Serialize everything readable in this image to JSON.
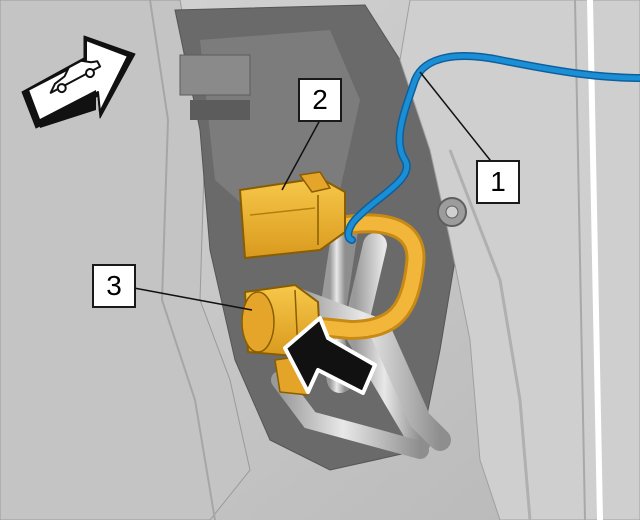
{
  "callouts": [
    {
      "label": "1"
    },
    {
      "label": "2"
    },
    {
      "label": "3"
    }
  ],
  "icons": [
    "vehicle-direction-arrow-icon",
    "installation-direction-arrow-icon"
  ],
  "colors": {
    "cable": "#1b8fd6",
    "connector": "#f0b532",
    "housing": "#c8c8c8"
  }
}
